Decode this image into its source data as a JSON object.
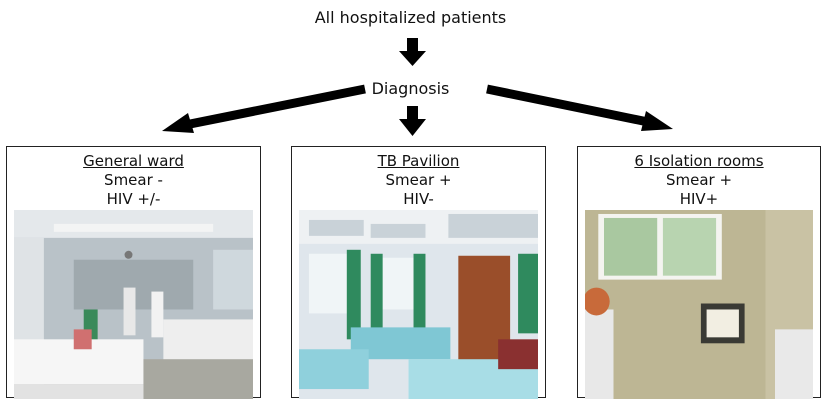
{
  "nodes": {
    "top": "All hospitalized patients",
    "middle": "Diagnosis"
  },
  "boxes": [
    {
      "title": "General ward",
      "smear": "Smear -",
      "hiv": "HIV +/-"
    },
    {
      "title": "TB Pavilion",
      "smear": "Smear +",
      "hiv": "HIV-"
    },
    {
      "title": "6 Isolation rooms",
      "smear": "Smear +",
      "hiv": "HIV+"
    }
  ],
  "colors": {
    "arrow": "#000000",
    "border": "#222222"
  }
}
